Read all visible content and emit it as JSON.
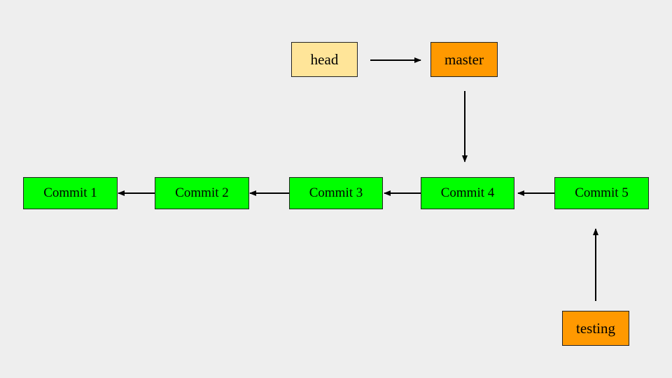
{
  "colors": {
    "background": "#eeeeee",
    "commit_fill": "#00ff00",
    "head_fill": "#ffe599",
    "branch_fill": "#ff9900",
    "arrow": "#000000"
  },
  "refs": {
    "head": {
      "label": "head"
    },
    "master": {
      "label": "master"
    },
    "testing": {
      "label": "testing"
    }
  },
  "commits": [
    {
      "label": "Commit 1"
    },
    {
      "label": "Commit 2"
    },
    {
      "label": "Commit 3"
    },
    {
      "label": "Commit 4"
    },
    {
      "label": "Commit 5"
    }
  ],
  "edges": [
    {
      "from": "commit-2",
      "to": "commit-1"
    },
    {
      "from": "commit-3",
      "to": "commit-2"
    },
    {
      "from": "commit-4",
      "to": "commit-3"
    },
    {
      "from": "commit-5",
      "to": "commit-4"
    },
    {
      "from": "head",
      "to": "master"
    },
    {
      "from": "master",
      "to": "commit-4"
    },
    {
      "from": "testing",
      "to": "commit-5"
    }
  ]
}
